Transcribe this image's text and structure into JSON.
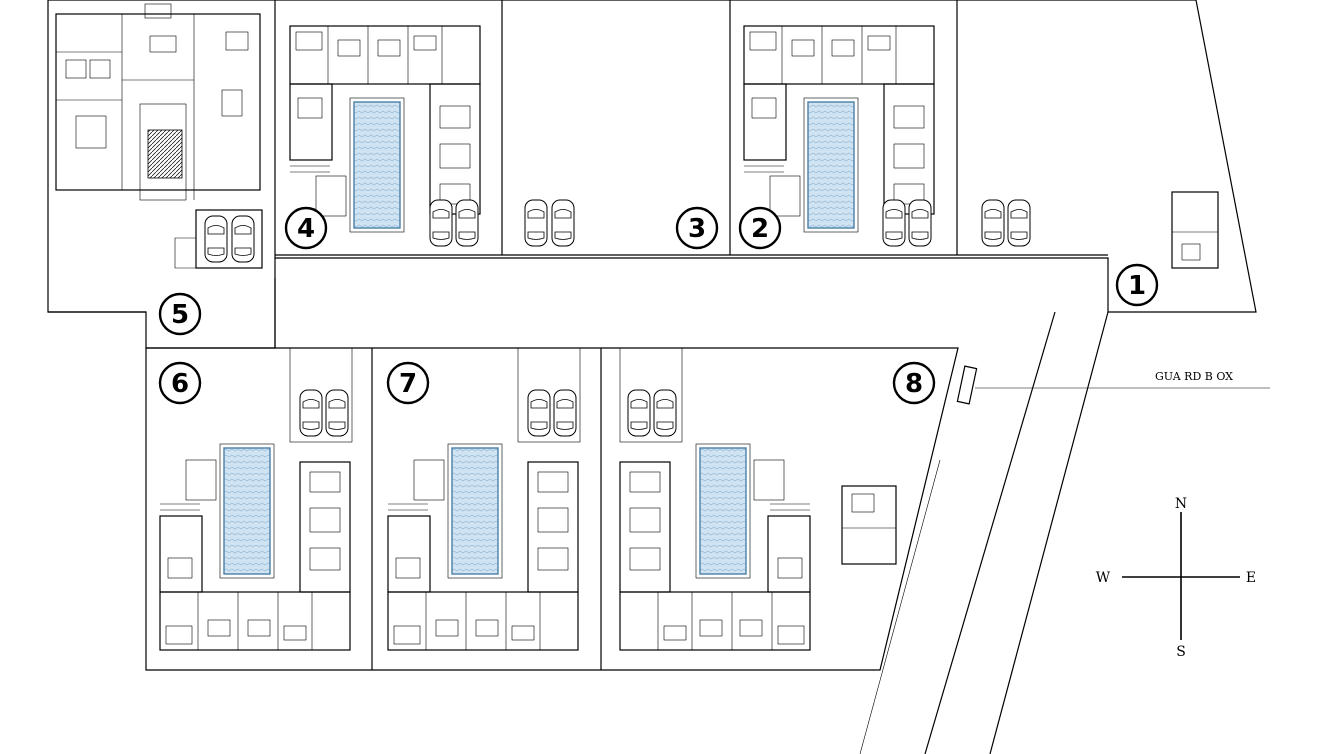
{
  "plan": {
    "lots": [
      {
        "id": "lot-1",
        "label": "1"
      },
      {
        "id": "lot-2",
        "label": "2"
      },
      {
        "id": "lot-3",
        "label": "3"
      },
      {
        "id": "lot-4",
        "label": "4"
      },
      {
        "id": "lot-5",
        "label": "5"
      },
      {
        "id": "lot-6",
        "label": "6"
      },
      {
        "id": "lot-7",
        "label": "7"
      },
      {
        "id": "lot-8",
        "label": "8"
      }
    ],
    "guard_box_label": "GUA RD B OX",
    "compass": {
      "north": "N",
      "south": "S",
      "east": "E",
      "west": "W"
    },
    "colors": {
      "pool": "#bcd8ec",
      "pool_edge": "#4a7fa6",
      "line": "#000000"
    }
  }
}
